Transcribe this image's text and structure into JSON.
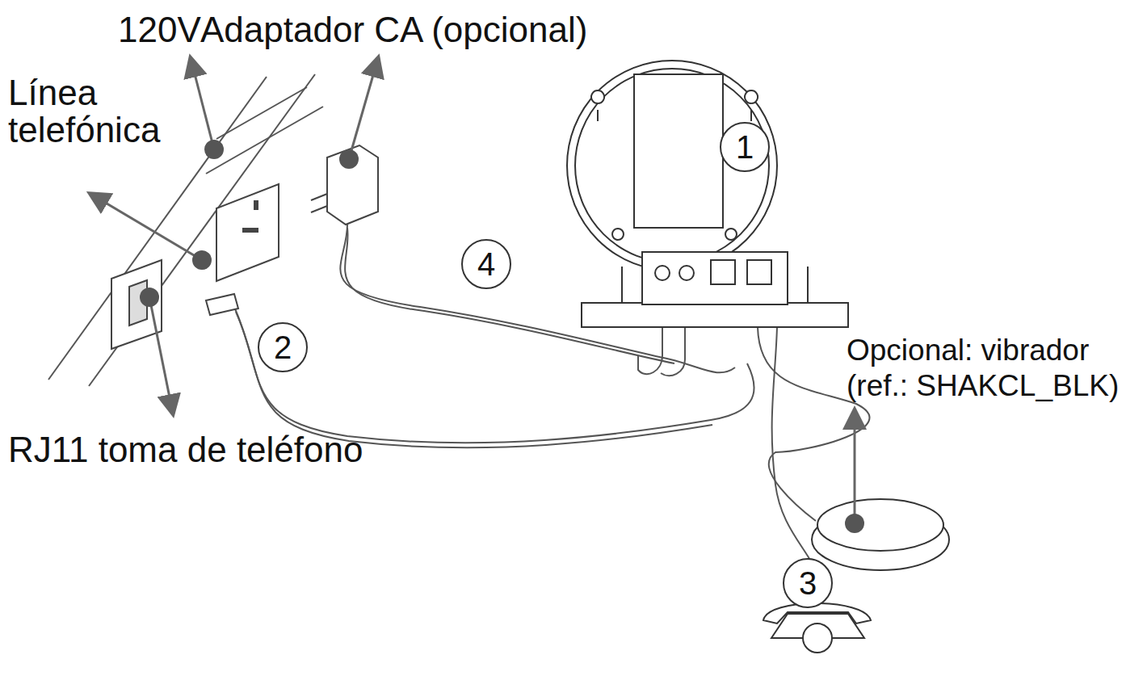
{
  "diagram": {
    "labels": [
      "120V",
      "Adaptador CA (opcional)",
      "Línea telefónica",
      "RJ11 toma de teléfono",
      "Opcional: vibrador (ref.: SHAKCL_BLK)",
      "1",
      "2",
      "3",
      "4"
    ]
  }
}
